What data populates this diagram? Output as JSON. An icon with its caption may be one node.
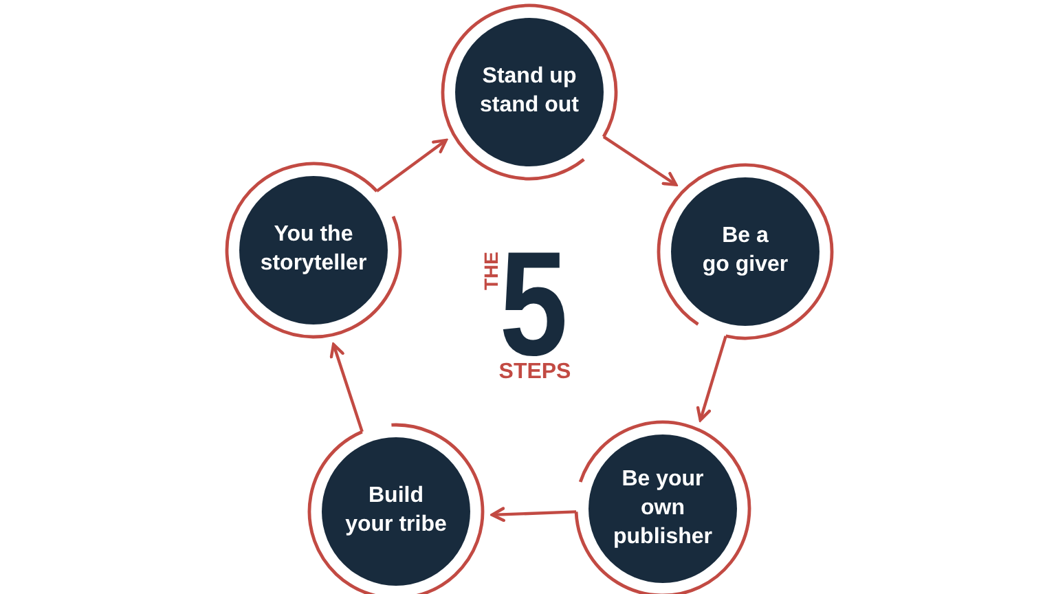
{
  "diagram": {
    "nodes": [
      {
        "text": [
          "Stand up stand out"
        ]
      },
      {
        "text": [
          "Be a go giver"
        ]
      },
      {
        "text": [
          "Be your own publisher"
        ]
      },
      {
        "text": [
          "Build your tribe"
        ]
      },
      {
        "text": [
          "You the storyteller"
        ]
      }
    ],
    "edges": [
      {
        "from": 0,
        "to": 1,
        "arrow": "to"
      },
      {
        "from": 1,
        "to": 2,
        "arrow": "to"
      },
      {
        "from": 2,
        "to": 3,
        "arrow": "to"
      },
      {
        "from": 3,
        "to": 4,
        "arrow": "to"
      },
      {
        "from": 4,
        "to": 0,
        "arrow": "to"
      }
    ],
    "labels": [
      "THE",
      "5",
      "STEPS"
    ]
  }
}
